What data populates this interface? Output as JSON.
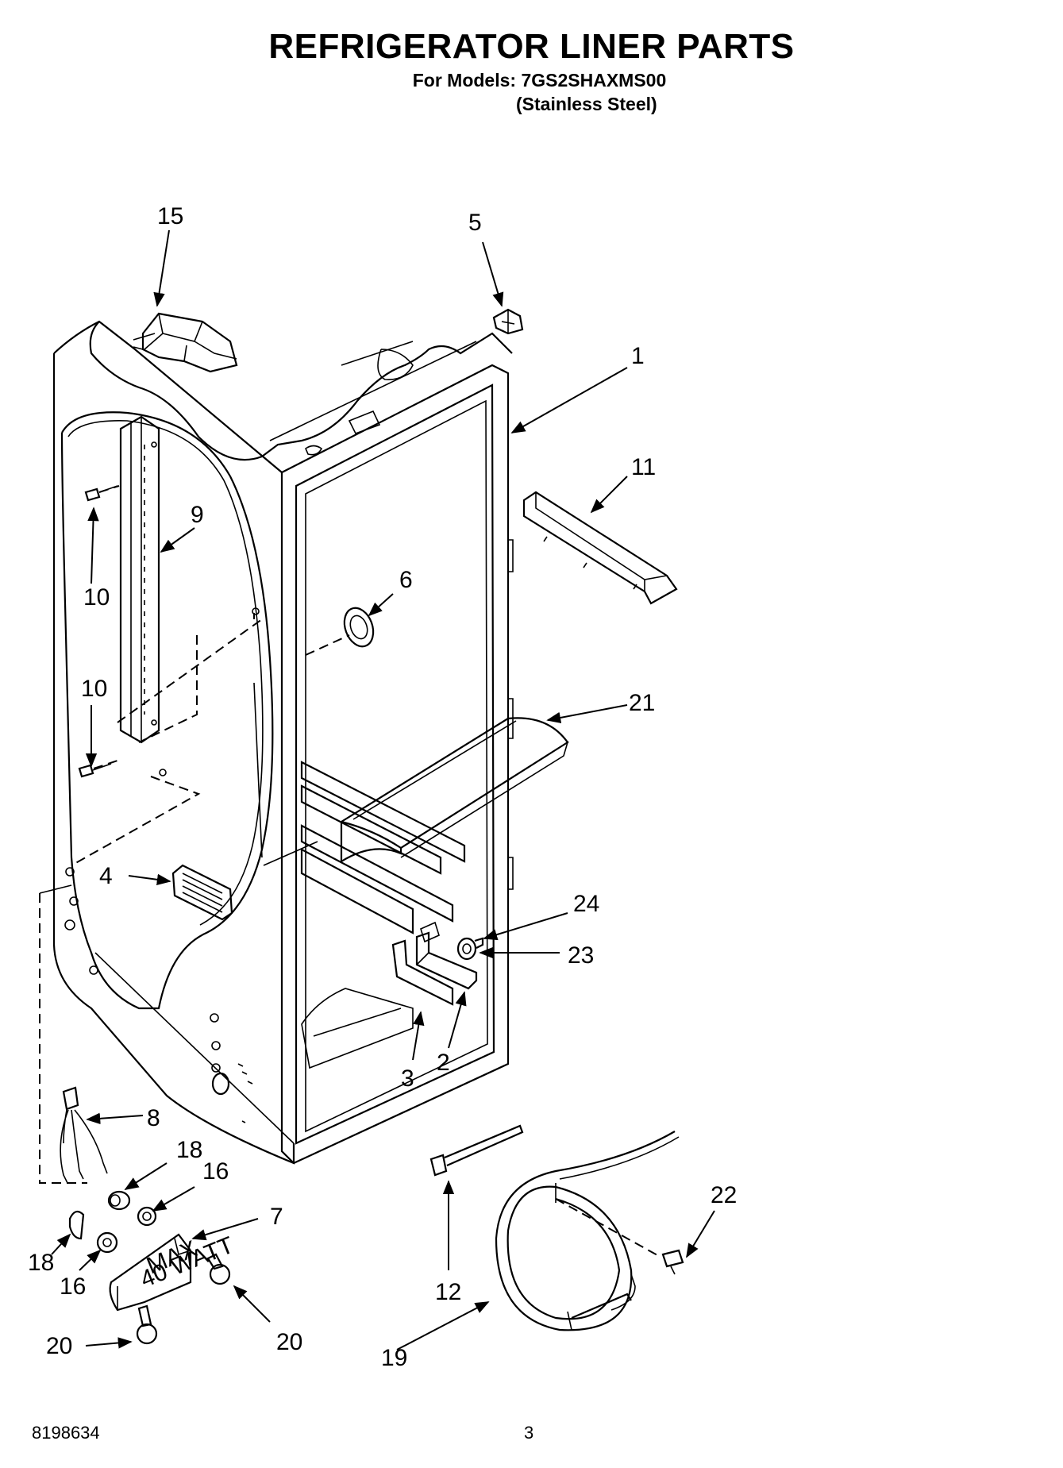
{
  "header": {
    "title": "REFRIGERATOR LINER PARTS",
    "models_line": "For Models: 7GS2SHAXMS00",
    "finish": "(Stainless Steel)"
  },
  "callouts": {
    "p1": "1",
    "p2": "2",
    "p3": "3",
    "p4": "4",
    "p5": "5",
    "p6": "6",
    "p7": "7",
    "p8": "8",
    "p9": "9",
    "p10a": "10",
    "p10b": "10",
    "p11": "11",
    "p12": "12",
    "p15": "15",
    "p16a": "16",
    "p16b": "16",
    "p18a": "18",
    "p18b": "18",
    "p19": "19",
    "p20a": "20",
    "p20b": "20",
    "p21": "21",
    "p22": "22",
    "p23": "23",
    "p24": "24"
  },
  "light_housing_label": {
    "line1": "MAX",
    "line2": "40 WATT"
  },
  "footer": {
    "doc_number": "8198634",
    "page_number": "3"
  }
}
